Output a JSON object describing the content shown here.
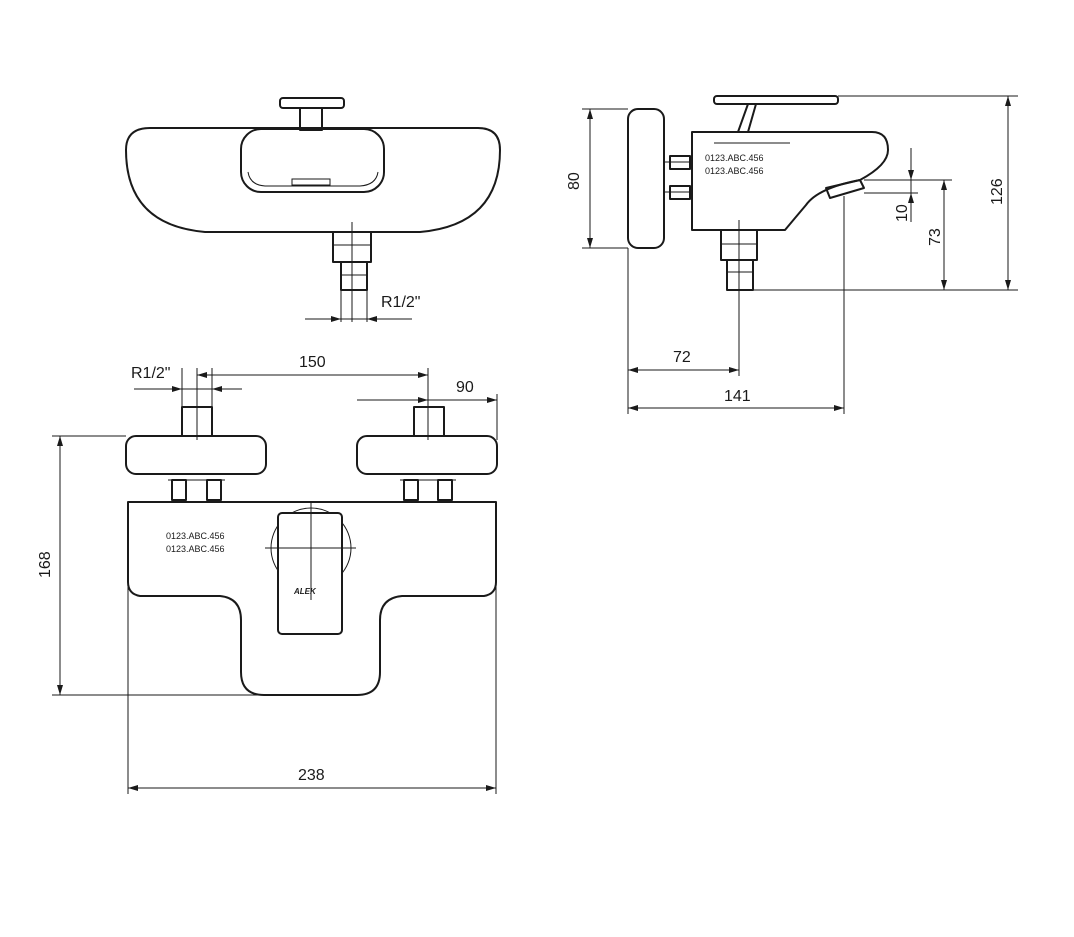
{
  "top_view": {
    "thread_label": "R1/2\""
  },
  "side_view": {
    "code_line_1": "0123.ABC.456",
    "code_line_2": "0123.ABC.456",
    "dim_height": "80",
    "dim_total_height": "126",
    "dim_spout_gap": "10",
    "dim_spout_height": "73",
    "dim_inlet_offset": "72",
    "dim_depth": "141"
  },
  "front_view": {
    "thread_label": "R1/2\"",
    "dim_centers": "150",
    "dim_escutcheon": "90",
    "dim_height": "168",
    "dim_width": "238",
    "code_line_1": "0123.ABC.456",
    "code_line_2": "0123.ABC.456",
    "brand_mark": "ALEK"
  }
}
